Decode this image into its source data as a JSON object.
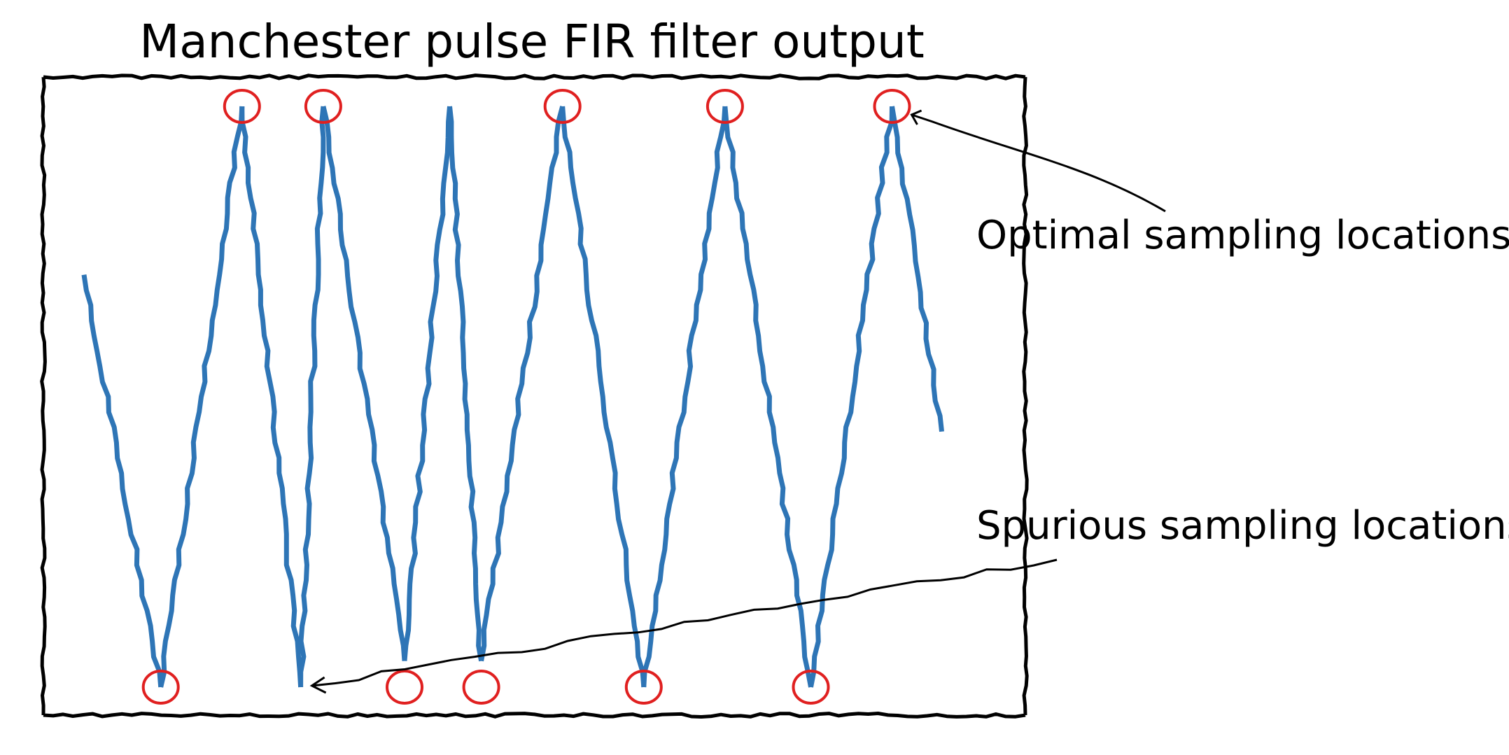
{
  "chart_data": {
    "type": "line",
    "title": "Manchester pulse FIR filter output",
    "xlabel": "",
    "ylabel": "",
    "grid": false,
    "legend": "none",
    "xlim": [
      0,
      100
    ],
    "ylim": [
      -1,
      1
    ],
    "series": [
      {
        "color": "#2e75b6",
        "points": [
          [
            0,
            0.42
          ],
          [
            8.5,
            -1.0
          ],
          [
            17.5,
            1.0
          ],
          [
            24.0,
            -1.0
          ],
          [
            26.5,
            1.0
          ],
          [
            35.5,
            -0.91
          ],
          [
            40.5,
            1.0
          ],
          [
            44.0,
            -0.91
          ],
          [
            53.0,
            1.0
          ],
          [
            62.0,
            -1.0
          ],
          [
            71.0,
            1.0
          ],
          [
            80.5,
            -1.0
          ],
          [
            89.5,
            1.0
          ],
          [
            95.0,
            -0.12
          ]
        ]
      }
    ],
    "annotations": [
      {
        "text": "Optimal sampling locations",
        "markers": [
          [
            17.5,
            1.0
          ],
          [
            26.5,
            1.0
          ],
          [
            53.0,
            1.0
          ],
          [
            71.0,
            1.0
          ],
          [
            89.5,
            1.0
          ]
        ]
      },
      {
        "text": "Spurious sampling locations",
        "markers": [
          [
            8.5,
            -1.0
          ],
          [
            35.5,
            -1.0
          ],
          [
            44.0,
            -1.0
          ],
          [
            62.0,
            -1.0
          ],
          [
            80.5,
            -1.0
          ]
        ]
      }
    ],
    "colors": {
      "trace": "#2e75b6",
      "marker": "#e02020",
      "frame": "#000000"
    }
  }
}
